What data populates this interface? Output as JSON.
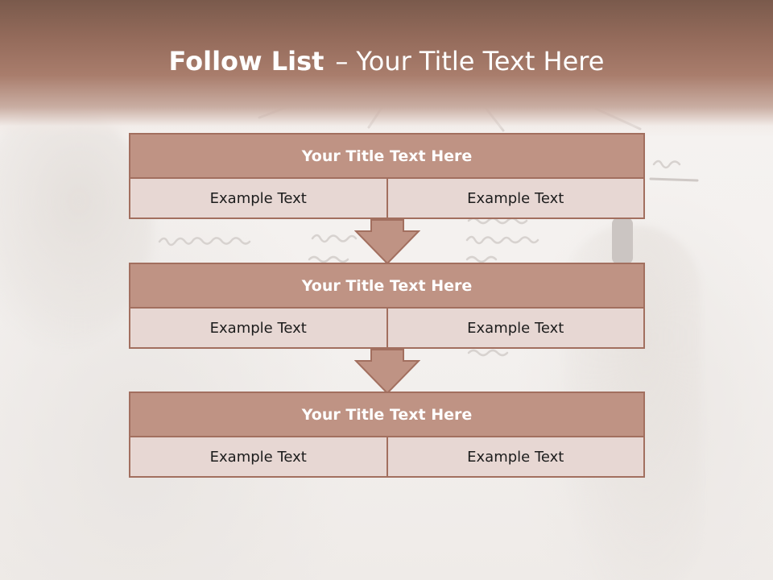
{
  "slide": {
    "title_bold": "Follow List",
    "title_dash": "–",
    "title_rest": "Your Title Text Here"
  },
  "colors": {
    "header_fill": "#bf9384",
    "border": "#a26f5f",
    "row_fill": "#e7d7d3",
    "arrow_fill": "#bf9384",
    "top_band": "#a97d6c"
  },
  "list": [
    {
      "title": "Your Title Text Here",
      "left": "Example Text",
      "right": "Example Text"
    },
    {
      "title": "Your Title Text Here",
      "left": "Example Text",
      "right": "Example Text"
    },
    {
      "title": "Your Title Text Here",
      "left": "Example Text",
      "right": "Example Text"
    }
  ],
  "connectors": [
    "down-arrow-icon",
    "down-arrow-icon"
  ]
}
